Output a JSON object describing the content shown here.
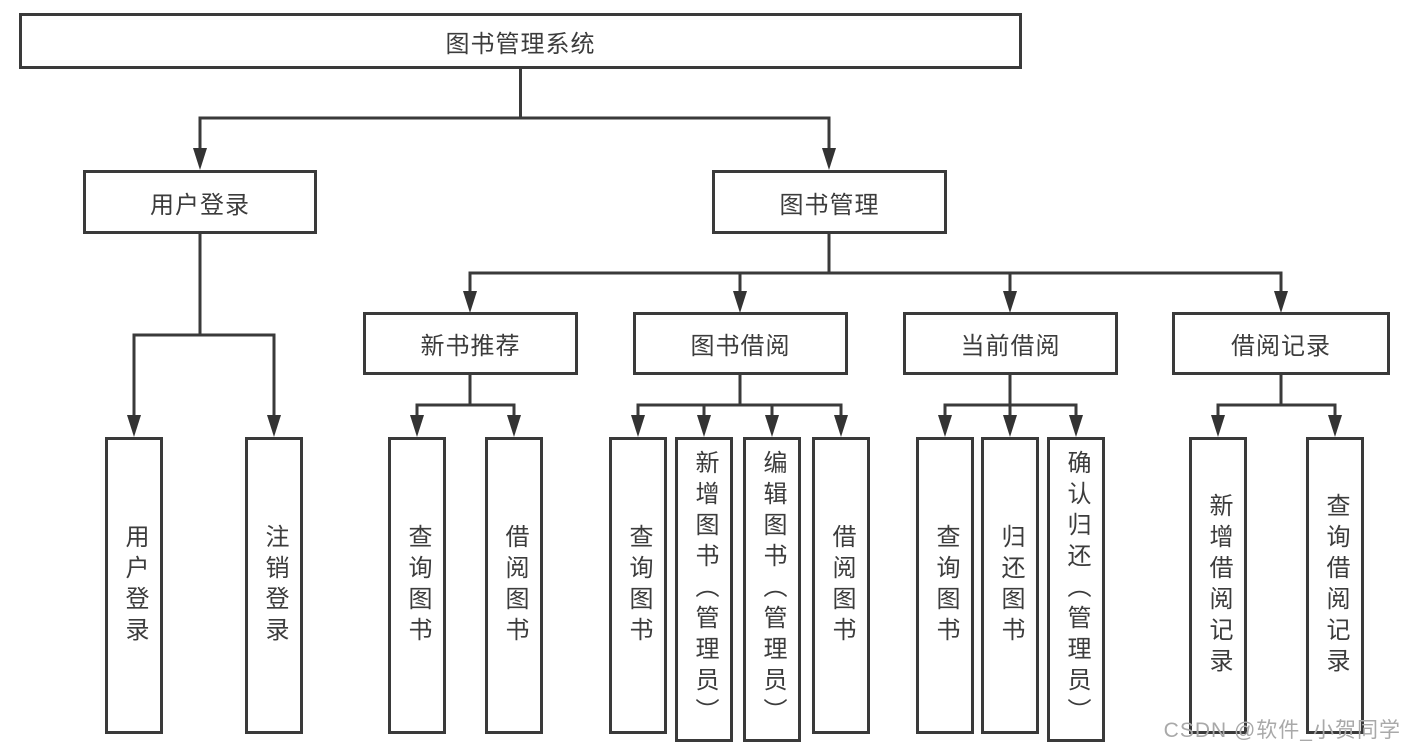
{
  "diagram": {
    "root": {
      "label": "图书管理系统"
    },
    "branches": [
      {
        "label": "用户登录",
        "children": [
          {
            "label": "用户登录"
          },
          {
            "label": "注销登录"
          }
        ]
      },
      {
        "label": "图书管理",
        "children": [
          {
            "label": "新书推荐",
            "children": [
              {
                "label": "查询图书"
              },
              {
                "label": "借阅图书"
              }
            ]
          },
          {
            "label": "图书借阅",
            "children": [
              {
                "label": "查询图书"
              },
              {
                "label": "新增图书（管理员）"
              },
              {
                "label": "编辑图书（管理员）"
              },
              {
                "label": "借阅图书"
              }
            ]
          },
          {
            "label": "当前借阅",
            "children": [
              {
                "label": "查询图书"
              },
              {
                "label": "归还图书"
              },
              {
                "label": "确认归还（管理员）"
              }
            ]
          },
          {
            "label": "借阅记录",
            "children": [
              {
                "label": "新增借阅记录"
              },
              {
                "label": "查询借阅记录"
              }
            ]
          }
        ]
      }
    ]
  },
  "watermark": {
    "text": "CSDN @软件_小贺同学"
  },
  "colors": {
    "line": "#3a3a3a",
    "node_border": "#3a3a3a",
    "node_text": "#3c3c3c",
    "watermark": "#a9a9a9",
    "background": "#ffffff"
  }
}
